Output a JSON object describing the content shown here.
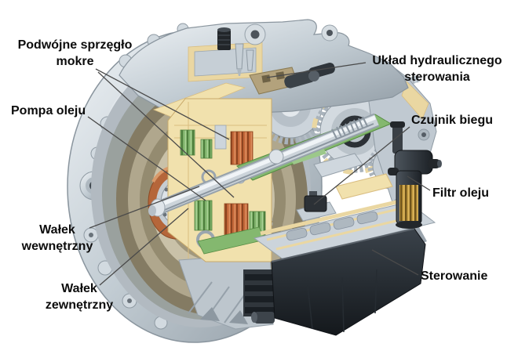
{
  "labels": {
    "dual_wet_clutch": {
      "line1": "Podwójne sprzęgło",
      "line2": "mokre"
    },
    "oil_pump": {
      "text": "Pompa oleju"
    },
    "hydraulic_control": {
      "line1": "Układ hydraulicznego",
      "line2": "sterowania"
    },
    "gear_sensor": {
      "text": "Czujnik biegu"
    },
    "oil_filter": {
      "text": "Filtr oleju"
    },
    "inner_shaft": {
      "line1": "Wałek",
      "line2": "wewnętrzny"
    },
    "outer_shaft": {
      "line1": "Wałek",
      "line2": "zewnętrzny"
    },
    "control": {
      "text": "Sterowanie"
    }
  },
  "colors": {
    "label_text": "#0c0c0c",
    "leader_line": "#4a4a4a",
    "housing_silver": "#c6cfd6",
    "cutaway_cream": "#f1e1ad",
    "gasket_tan": "#ead7a2",
    "drum_khaki": "#a79e83",
    "clutch_orange": "#c4683a",
    "accent_green": "#84b86f",
    "seal_copper": "#b5663a",
    "dark_parts": "#23272b",
    "filter_gold": "#c29a40"
  }
}
